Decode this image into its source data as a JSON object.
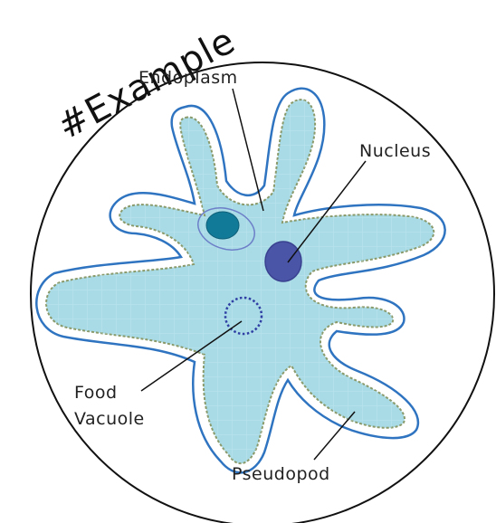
{
  "stamp_text": "#Example",
  "labels": {
    "endoplasm": "Endoplasm",
    "nucleus": "Nucleus",
    "food_vacuole_line1": "Food",
    "food_vacuole_line2": "Vacuole",
    "pseudopod": "Pseudopod"
  },
  "colors": {
    "cytoplasm_fill": "#a8dbe6",
    "cell_membrane": "#2f74c0",
    "ectoplasm_edge": "#8a9a6b",
    "nucleus_fill": "#4a55a8",
    "contractile_vacuole_fill": "#127a99",
    "food_vacuole_border": "#2f3fa3",
    "grid_line": "#c3e6ef",
    "outline": "#111111"
  }
}
